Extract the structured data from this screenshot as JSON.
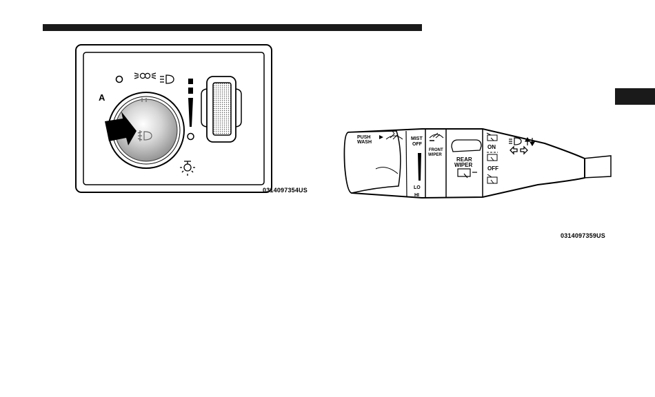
{
  "figures": {
    "headlight_switch": {
      "caption": "0314097354US",
      "position_auto": "A"
    },
    "multifunction_lever": {
      "caption": "0314097359US",
      "wash_label_line1": "PUSH",
      "wash_label_line2": "WASH",
      "mist_label": "MIST",
      "off_label": "OFF",
      "front_wiper_line1": "FRONT",
      "front_wiper_line2": "WIPER",
      "lo_label": "LO",
      "hi_label": "HI",
      "rear_wiper_line1": "REAR",
      "rear_wiper_line2": "WIPER",
      "rear_on_label": "ON",
      "rear_off_label": "OFF"
    }
  },
  "icons": {
    "headlight_switch": [
      "off-circle-icon",
      "parking-lamp-icon",
      "headlamp-icon",
      "fog-lamp-icon",
      "dimmer-bar-icon",
      "interior-lamp-icon",
      "arrow-icon"
    ],
    "multifunction_lever": [
      "windshield-washer-icon",
      "front-wiper-icon",
      "rear-wiper-icon",
      "rear-washer-icon",
      "high-beam-icon",
      "turn-signal-arrows-icon"
    ]
  }
}
